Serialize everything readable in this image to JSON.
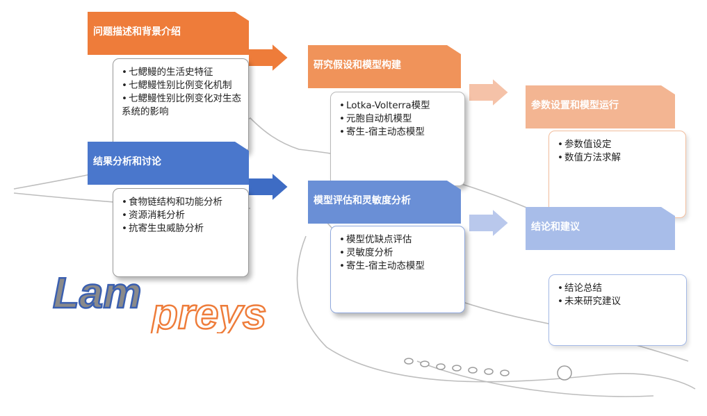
{
  "colors": {
    "orange_1": "#ee7c3a",
    "orange_2": "#f0935a",
    "orange_3": "#f3b592",
    "blue_1": "#4a77cc",
    "blue_2": "#6a8fd6",
    "blue_3": "#a8bde9"
  },
  "logo": {
    "part1": "Lam",
    "part2": "preys"
  },
  "cards": {
    "background": {
      "title": "问题描述和背景介绍",
      "items": [
        "七鳃鳗的生活史特征",
        "七鳃鳗性别比例变化机制",
        "七鳃鳗性别比例变化对生态系统的影响"
      ]
    },
    "assumptions": {
      "title": "研究假设和模型构建",
      "items": [
        "Lotka-Volterra模型",
        "元胞自动机模型",
        "寄生-宿主动态模型"
      ]
    },
    "parameters": {
      "title": "参数设置和模型运行",
      "items": [
        "参数值设定",
        "数值方法求解"
      ]
    },
    "results": {
      "title": "结果分析和讨论",
      "items": [
        "食物链结构和功能分析",
        "资源消耗分析",
        "抗寄生虫威胁分析"
      ]
    },
    "evaluation": {
      "title": "模型评估和灵敏度分析",
      "items": [
        "模型优缺点评估",
        "灵敏度分析",
        "寄生-宿主动态模型"
      ]
    },
    "conclusion": {
      "title": "结论和建议",
      "items": [
        "结论总结",
        "未来研究建议"
      ]
    }
  }
}
